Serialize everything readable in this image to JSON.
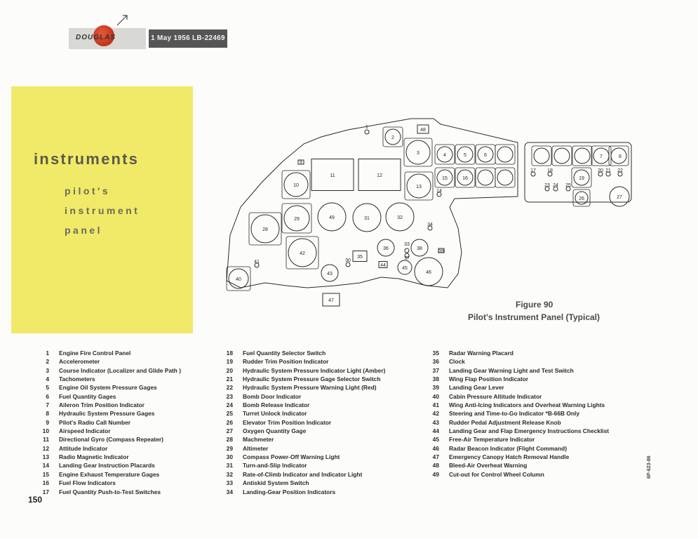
{
  "header": {
    "logo_text": "DOUGLAS",
    "date_ref": "1 May 1956  LB-22469"
  },
  "section": {
    "title": "instruments",
    "subtitle_lines": [
      "pilot's",
      "instrument",
      "panel"
    ]
  },
  "figure": {
    "number": "Figure 90",
    "caption": "Pilot's Instrument Panel (Typical)",
    "callouts": [
      "1",
      "2",
      "3",
      "4",
      "5",
      "6",
      "7",
      "8",
      "9",
      "10",
      "11",
      "12",
      "13",
      "14",
      "15",
      "16",
      "17",
      "18",
      "19",
      "20",
      "21",
      "22",
      "23",
      "24",
      "25",
      "26",
      "27",
      "28",
      "29",
      "30",
      "31",
      "32",
      "33",
      "34",
      "35",
      "36",
      "37",
      "38",
      "39",
      "40",
      "41",
      "42",
      "43",
      "44",
      "45",
      "46",
      "47",
      "48",
      "49"
    ]
  },
  "legend": {
    "col1": [
      {
        "num": "1",
        "label": "Engine Fire Control Panel"
      },
      {
        "num": "2",
        "label": "Accelerometer"
      },
      {
        "num": "3",
        "label": "Course Indicator  (Localizer and Glide Path )"
      },
      {
        "num": "4",
        "label": "Tachometers"
      },
      {
        "num": "5",
        "label": "Engine Oil System Pressure Gages"
      },
      {
        "num": "6",
        "label": "Fuel Quantity Gages"
      },
      {
        "num": "7",
        "label": "Aileron Trim Position Indicator"
      },
      {
        "num": "8",
        "label": "Hydraulic System Pressure Gages"
      },
      {
        "num": "9",
        "label": "Pilot's Radio Call Number"
      },
      {
        "num": "10",
        "label": "Airspeed Indicator"
      },
      {
        "num": "11",
        "label": "Directional Gyro  (Compass Repeater)"
      },
      {
        "num": "12",
        "label": "Attitude Indicator"
      },
      {
        "num": "13",
        "label": "Radio Magnetic Indicator"
      },
      {
        "num": "14",
        "label": "Landing Gear Instruction Placards"
      },
      {
        "num": "15",
        "label": "Engine Exhaust Temperature Gages"
      },
      {
        "num": "16",
        "label": "Fuel Flow Indicators"
      },
      {
        "num": "17",
        "label": "Fuel Quantity Push-to-Test Switches"
      }
    ],
    "col2": [
      {
        "num": "18",
        "label": "Fuel Quantity Selector Switch"
      },
      {
        "num": "19",
        "label": "Rudder Trim Position Indicator"
      },
      {
        "num": "20",
        "label": "Hydraulic System Pressure Indicator Light  (Amber)"
      },
      {
        "num": "21",
        "label": "Hydraulic System Pressure Gage Selector Switch"
      },
      {
        "num": "22",
        "label": "Hydraulic System Pressure Warning Light  (Red)"
      },
      {
        "num": "23",
        "label": "Bomb Door Indicator"
      },
      {
        "num": "24",
        "label": "Bomb Release Indicator"
      },
      {
        "num": "25",
        "label": "Turret Unlock Indicator"
      },
      {
        "num": "26",
        "label": "Elevator Trim Position Indicator"
      },
      {
        "num": "27",
        "label": "Oxygen Quantity Gage"
      },
      {
        "num": "28",
        "label": "Machmeter"
      },
      {
        "num": "29",
        "label": "Altimeter"
      },
      {
        "num": "30",
        "label": "Compass Power-Off Warning Light"
      },
      {
        "num": "31",
        "label": "Turn-and-Slip Indicator"
      },
      {
        "num": "32",
        "label": "Rate-of-Climb Indicator   and Indicator Light"
      },
      {
        "num": "33",
        "label": "Antiskid System Switch"
      },
      {
        "num": "34",
        "label": "Landing-Gear Position Indicators"
      }
    ],
    "col3": [
      {
        "num": "35",
        "label": "Radar Warning Placard"
      },
      {
        "num": "36",
        "label": "Clock"
      },
      {
        "num": "37",
        "label": "Landing Gear Warning Light and Test Switch"
      },
      {
        "num": "38",
        "label": "Wing Flap Position Indicator"
      },
      {
        "num": "39",
        "label": "Landing Gear Lever"
      },
      {
        "num": "40",
        "label": "Cabin Pressure Altitude Indicator"
      },
      {
        "num": "41",
        "label": "Wing Anti-Icing Indicators and Overheat Warning Lights"
      },
      {
        "num": "42",
        "label": "Steering and Time-to-Go Indicator    *B-66B Only"
      },
      {
        "num": "43",
        "label": "Rudder Pedal Adjustment Release Knob"
      },
      {
        "num": "44",
        "label": "Landing Gear and Flap Emergency Instructions Checklist"
      },
      {
        "num": "45",
        "label": "Free-Air Temperature Indicator"
      },
      {
        "num": "46",
        "label": "Radar Beacon Indicator  (Flight Command)"
      },
      {
        "num": "47",
        "label": "Emergency Canopy Hatch Removal Handle"
      },
      {
        "num": "48",
        "label": "Bleed-Air  Overheat  Warning"
      },
      {
        "num": "49",
        "label": "Cut-out  for  Control  Wheel  Column"
      }
    ]
  },
  "page_number": "150",
  "side_code": "6P-623-86"
}
